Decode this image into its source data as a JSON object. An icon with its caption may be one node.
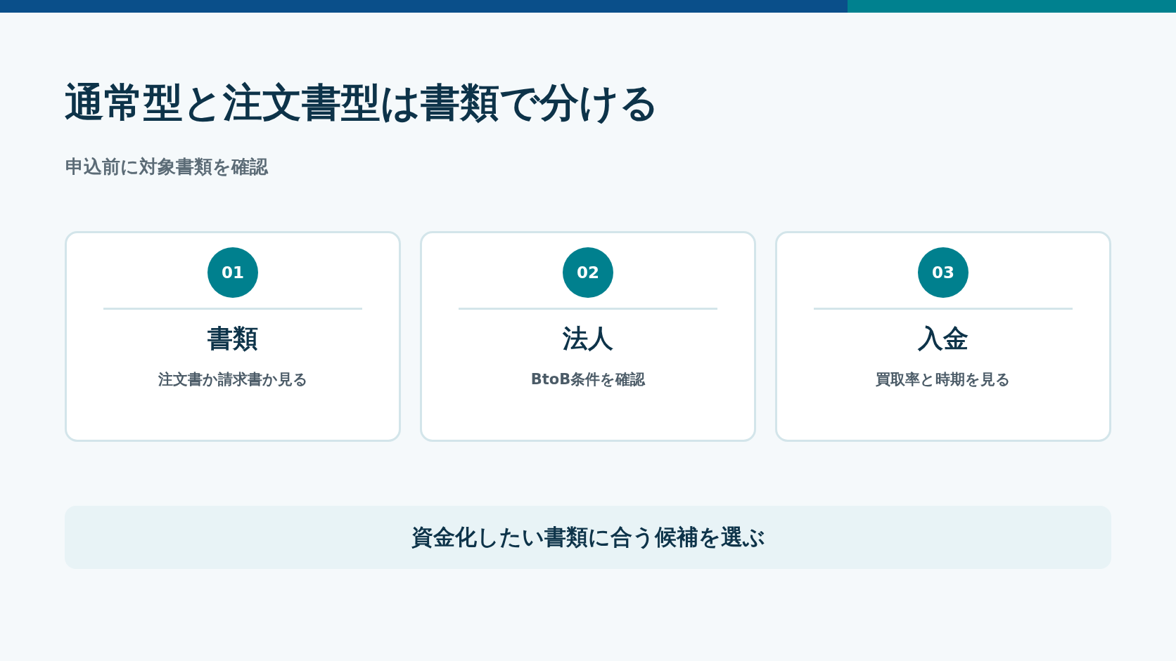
{
  "diagram": {
    "title": "通常型と注文書型は書類で分ける",
    "nodes": [
      {
        "text": [
          "書類",
          "注文書か請求書か見る"
        ]
      },
      {
        "text": [
          "01"
        ],
        "in": 0
      },
      {
        "text": [
          "法人",
          "BtoB条件を確認"
        ]
      },
      {
        "text": [
          "02"
        ],
        "in": 2
      },
      {
        "text": [
          "入金",
          "買取率と時期を見る"
        ]
      },
      {
        "text": [
          "03"
        ],
        "in": 4
      },
      {
        "text": [
          "資金化したい書類に合う候補を選ぶ"
        ]
      }
    ],
    "labels": [
      "申込前に対象書類を確認"
    ]
  }
}
